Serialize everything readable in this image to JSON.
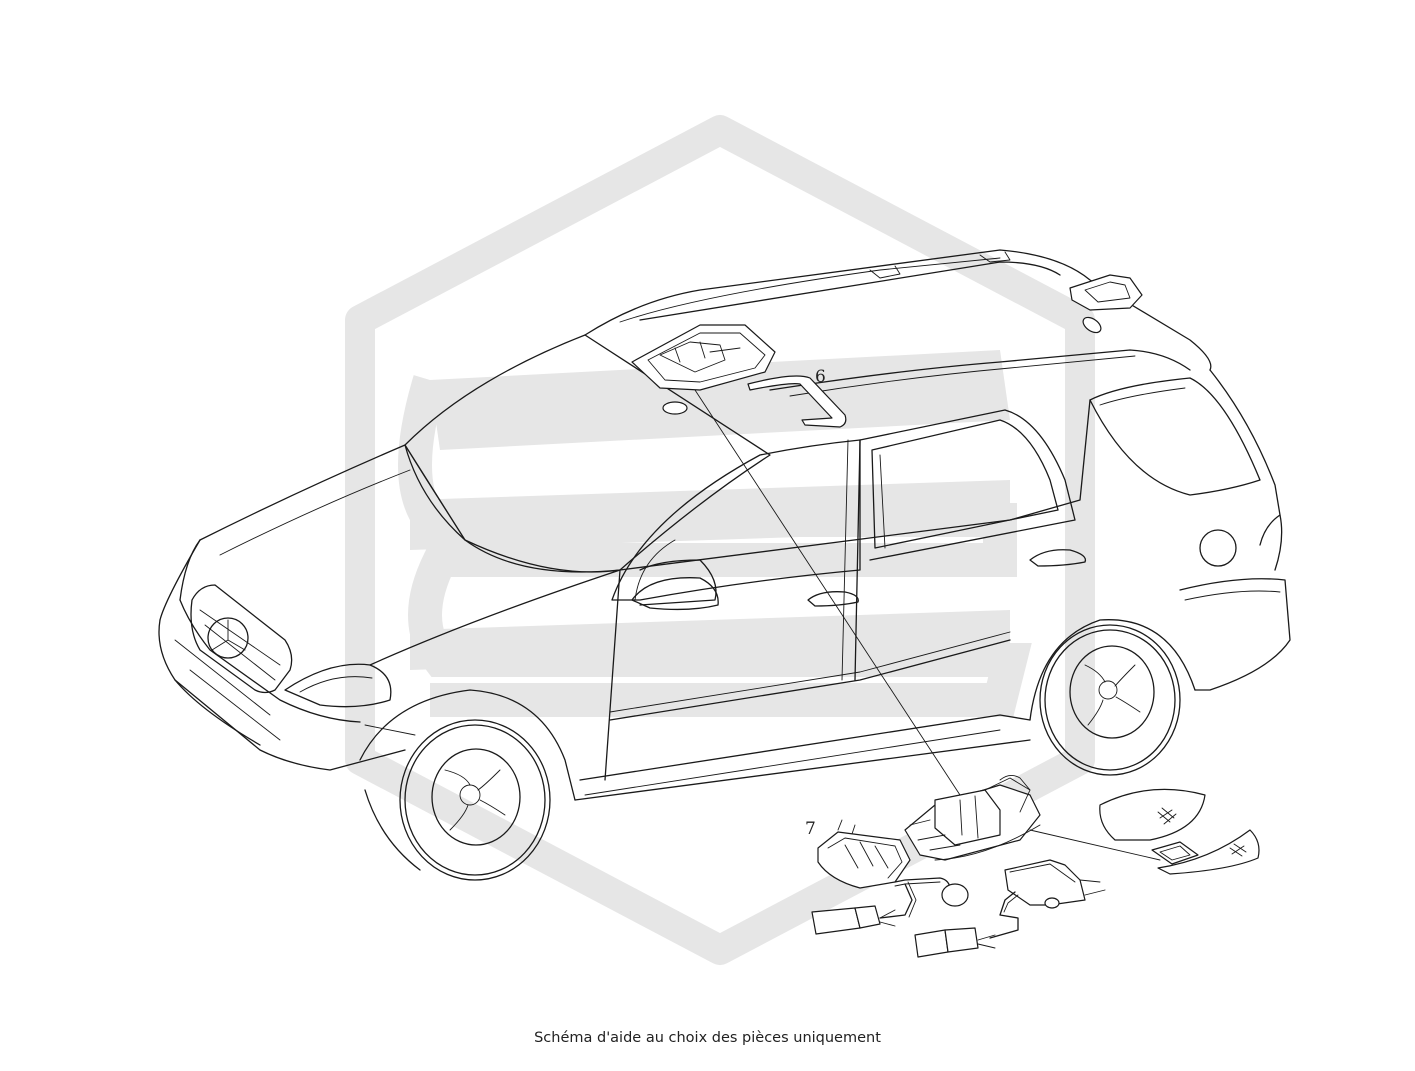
{
  "diagram": {
    "callouts": {
      "part_6": "6",
      "part_7": "7"
    },
    "caption": "Schéma d'aide au choix des pièces uniquement",
    "colors": {
      "line": "#1a1a1a",
      "watermark": "#e6e6e6",
      "background": "#ffffff"
    }
  }
}
